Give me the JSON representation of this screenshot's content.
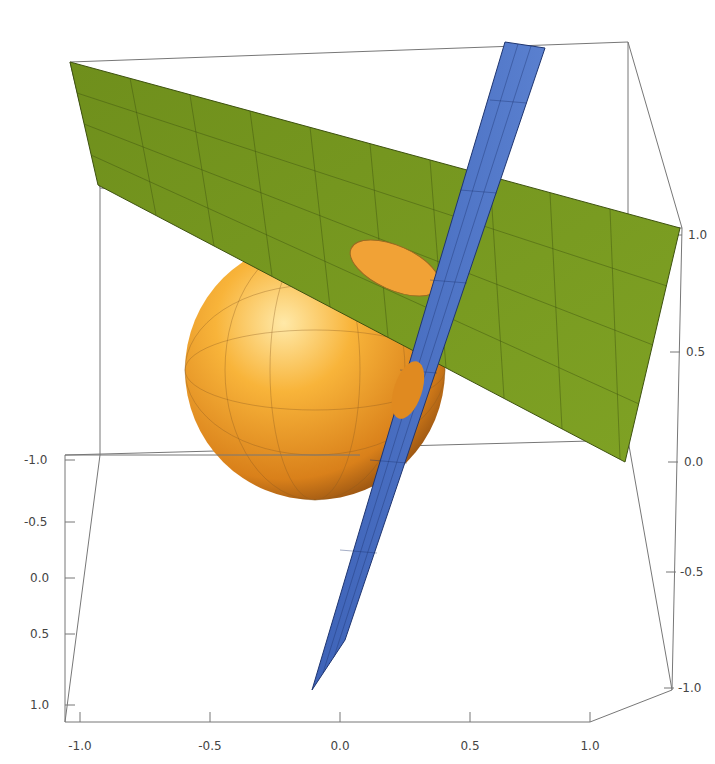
{
  "diagram": {
    "labels": [
      "1.0",
      "0.5",
      "0.0",
      "-0.5",
      "-1.0",
      "-1.0",
      "-0.5",
      "0.0",
      "0.5",
      "1.0",
      "-1.0",
      "-0.5",
      "0.0",
      "0.5",
      "1.0"
    ]
  }
}
